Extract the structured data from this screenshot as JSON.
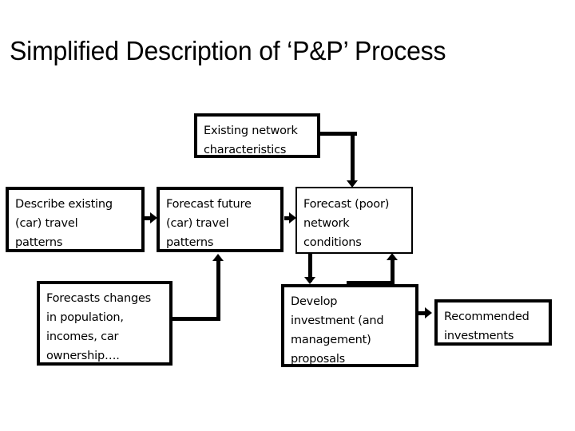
{
  "slide": {
    "title": "Simplified Description of ‘P&P’ Process",
    "background_color": "#ffffff",
    "ink_color": "#000000"
  },
  "diagram": {
    "nodes": [
      {
        "id": "existing-network",
        "lines": [
          "Existing network",
          "characteristics"
        ]
      },
      {
        "id": "describe-existing",
        "lines": [
          "Describe existing",
          "(car) travel",
          "patterns"
        ]
      },
      {
        "id": "forecast-future",
        "lines": [
          "Forecast future",
          "(car) travel",
          "patterns"
        ]
      },
      {
        "id": "forecast-poor-network",
        "lines": [
          "Forecast (poor)",
          "network",
          "conditions"
        ]
      },
      {
        "id": "forecasts-changes",
        "lines": [
          "Forecasts changes",
          "in population,",
          "incomes, car",
          "ownership…."
        ]
      },
      {
        "id": "develop-investment",
        "lines": [
          "Develop",
          "investment (and",
          "management)",
          "proposals"
        ]
      },
      {
        "id": "recommended-investments",
        "lines": [
          "Recommended",
          "investments"
        ]
      }
    ]
  }
}
